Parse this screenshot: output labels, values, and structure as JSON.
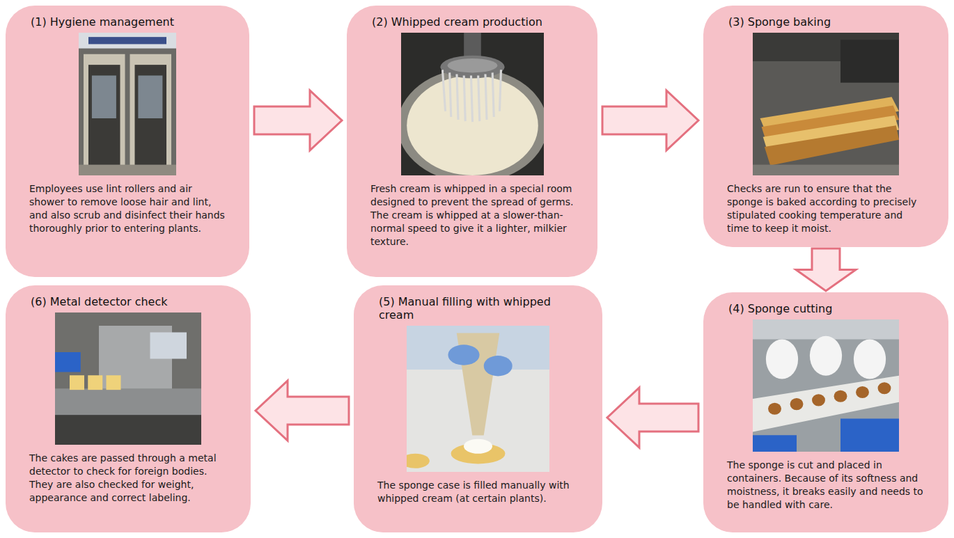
{
  "diagram": {
    "nodes": [
      {
        "text": [
          "(1) Hygiene management",
          "Employees use lint rollers and air shower to remove loose hair and lint, and also scrub and disinfect their hands thoroughly prior to entering plants."
        ]
      },
      {
        "text": [
          "(2) Whipped cream production",
          "Fresh cream is whipped in a special room designed to prevent the spread of germs. The cream is whipped at a slower-than-normal speed to give it a lighter, milkier texture."
        ]
      },
      {
        "text": [
          "(3) Sponge baking",
          "Checks are run to ensure that the sponge is baked according to precisely stipulated cooking temperature and time to keep it moist."
        ]
      },
      {
        "text": [
          "(4) Sponge cutting",
          "The sponge is cut and placed in containers. Because of its softness and moistness, it breaks easily and needs to be handled with care."
        ]
      },
      {
        "text": [
          "(5) Manual filling with whipped cream",
          "The sponge case is filled manually with whipped cream (at certain plants)."
        ]
      },
      {
        "text": [
          "(6) Metal detector check",
          "The cakes are passed through a metal detector to check for foreign bodies. They are also checked for weight, appearance and correct labeling."
        ]
      }
    ],
    "edges": [
      {
        "from": 0,
        "to": 1,
        "arrow": "to"
      },
      {
        "from": 1,
        "to": 2,
        "arrow": "to"
      },
      {
        "from": 2,
        "to": 3,
        "arrow": "to"
      },
      {
        "from": 3,
        "to": 4,
        "arrow": "to"
      },
      {
        "from": 4,
        "to": 5,
        "arrow": "to"
      }
    ]
  }
}
